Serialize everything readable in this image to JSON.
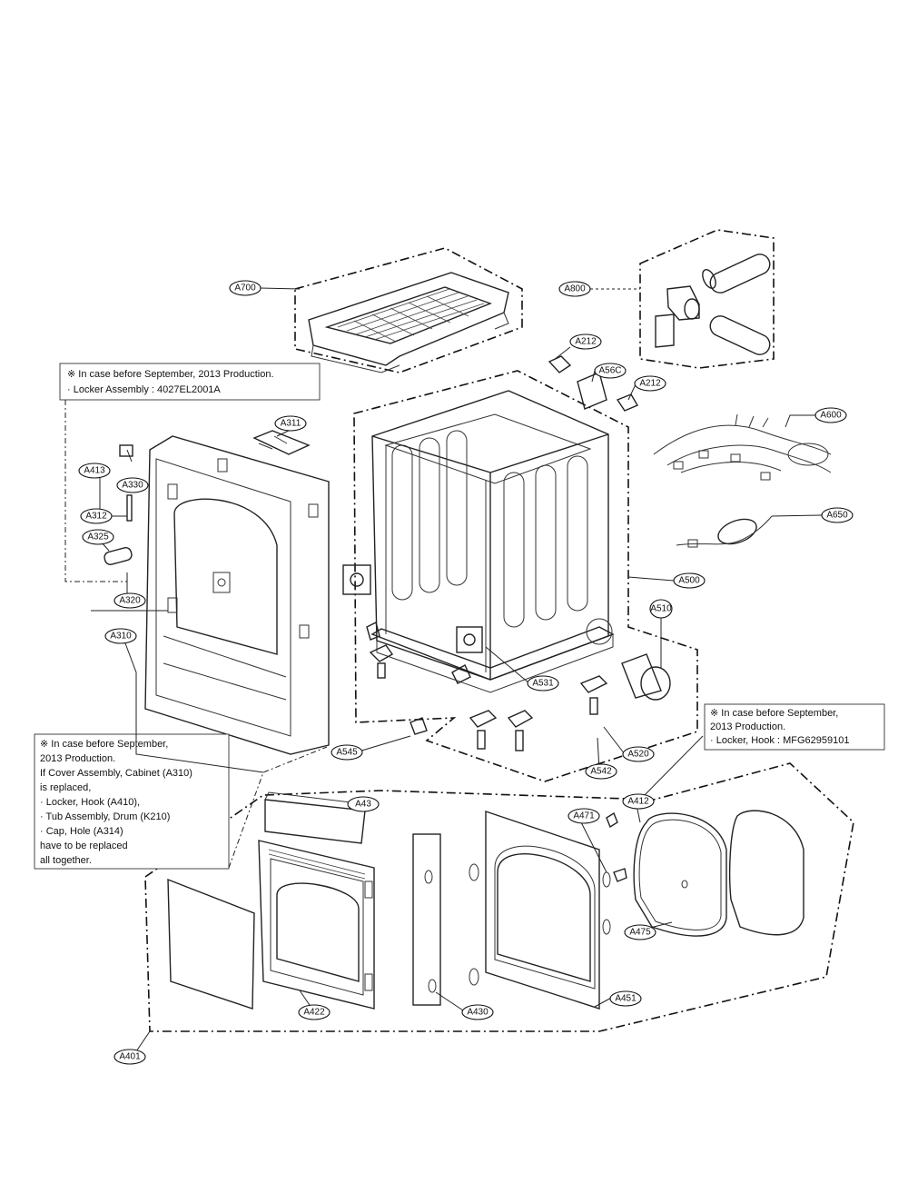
{
  "callouts": {
    "A700": "A700",
    "A800": "A800",
    "A212a": "A212",
    "A212b": "A212",
    "A56C": "A56C",
    "A600": "A600",
    "A650": "A650",
    "A500": "A500",
    "A510": "A510",
    "A311": "A311",
    "A413": "A413",
    "A330": "A330",
    "A312": "A312",
    "A325": "A325",
    "A320": "A320",
    "A310": "A310",
    "A531": "A531",
    "A545": "A545",
    "A520": "A520",
    "A542": "A542",
    "A412": "A412",
    "A471": "A471",
    "A43": "A43",
    "A475": "A475",
    "A451": "A451",
    "A430": "A430",
    "A422": "A422",
    "A401": "A401"
  },
  "notes": {
    "note1": {
      "lines": [
        "※ In case before September, 2013 Production.",
        "· Locker Assembly : 4027EL2001A"
      ]
    },
    "note2": {
      "lines": [
        "※ In case before September,",
        "2013 Production.",
        "· Locker, Hook : MFG62959101"
      ]
    },
    "note3": {
      "lines": [
        "※ In case before September,",
        "2013 Production.",
        "If Cover Assembly, Cabinet (A310)",
        "is replaced,",
        "· Locker, Hook (A410),",
        "· Tub Assembly, Drum (K210)",
        "· Cap, Hole (A314)",
        "have to be replaced",
        "all together."
      ]
    }
  }
}
